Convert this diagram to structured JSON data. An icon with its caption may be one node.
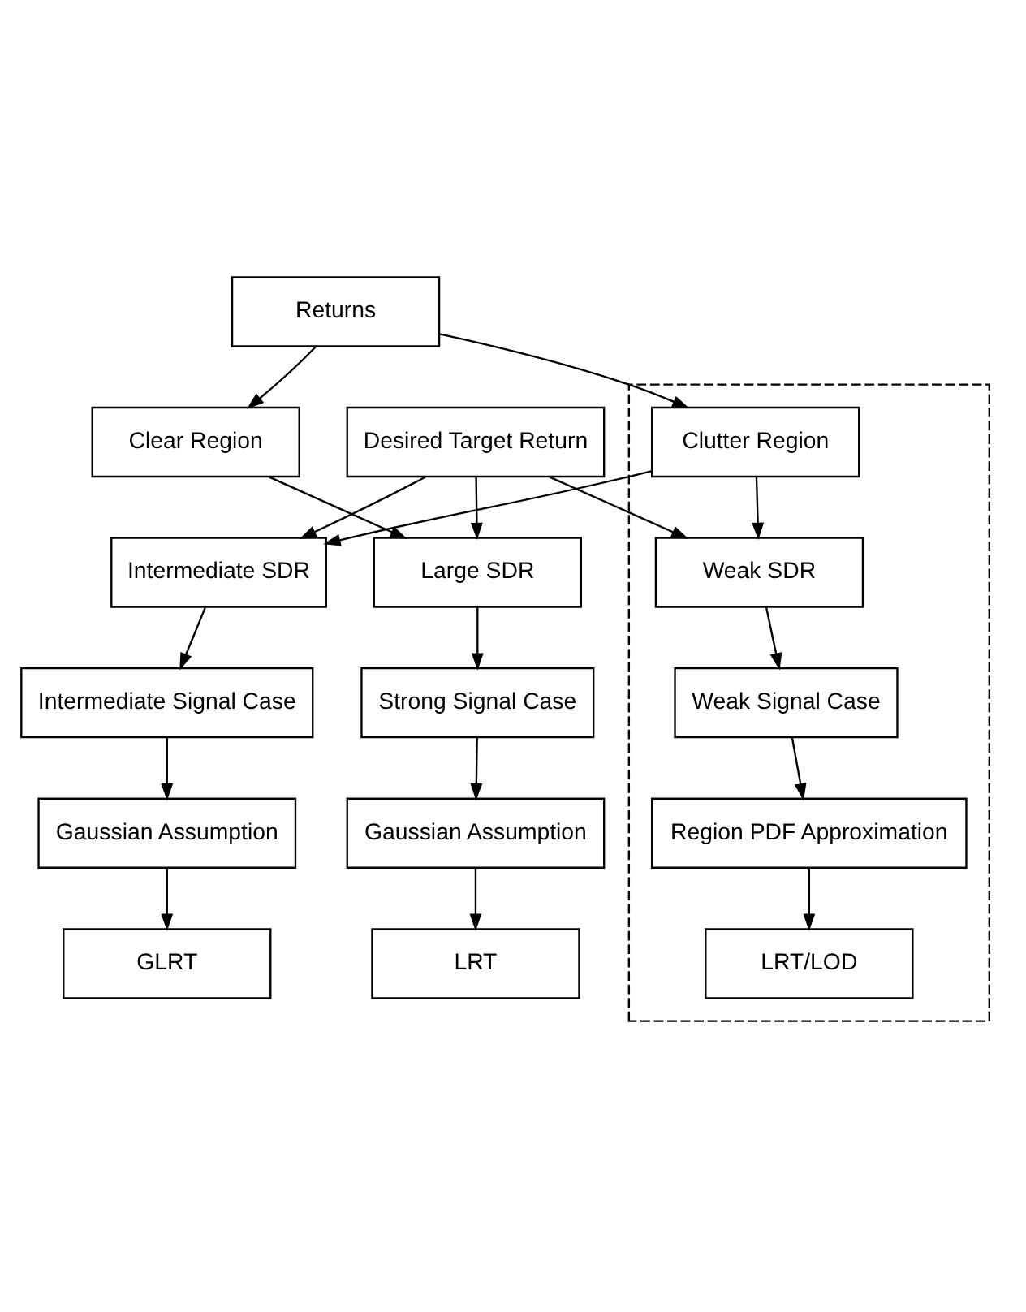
{
  "diagram": {
    "nodes": [
      {
        "text": [
          "Returns"
        ]
      },
      {
        "text": [
          "Clear Region"
        ]
      },
      {
        "text": [
          "Desired Target Return"
        ]
      },
      {
        "text": [],
        "shape": "box"
      },
      {
        "text": [
          "Clutter Region"
        ],
        "in": 3
      },
      {
        "text": [
          "Large SDR"
        ]
      },
      {
        "text": [
          "Intermediate SDR"
        ]
      },
      {
        "text": [
          "Weak SDR"
        ],
        "in": 3
      },
      {
        "text": [
          "Strong Signal Case"
        ]
      },
      {
        "text": [
          "Intermediate Signal Case"
        ]
      },
      {
        "text": [
          "Weak Signal Case"
        ],
        "in": 3
      },
      {
        "text": [
          "Gaussian Assumption"
        ]
      },
      {
        "text": [
          "Gaussian Assumption"
        ]
      },
      {
        "text": [
          "Region PDF Approximation"
        ],
        "in": 3
      },
      {
        "text": [
          "LRT"
        ]
      },
      {
        "text": [
          "GLRT"
        ]
      },
      {
        "text": [
          "LRT/LOD"
        ],
        "in": 3
      }
    ],
    "edges": [
      {
        "from": 0,
        "to": 1,
        "arrow": "to"
      },
      {
        "from": 0,
        "to": 4,
        "arrow": "to"
      },
      {
        "from": 1,
        "to": 5,
        "arrow": "to"
      },
      {
        "from": 2,
        "to": 5,
        "arrow": "to"
      },
      {
        "from": 4,
        "to": 7,
        "arrow": "to"
      },
      {
        "from": 2,
        "to": 7,
        "arrow": "to"
      },
      {
        "from": 4,
        "to": 6,
        "arrow": "to"
      },
      {
        "from": 2,
        "to": 6,
        "arrow": "to"
      },
      {
        "from": 5,
        "to": 8,
        "arrow": "to"
      },
      {
        "from": 8,
        "to": 11,
        "arrow": "to"
      },
      {
        "from": 11,
        "to": 14,
        "arrow": "to"
      },
      {
        "from": 6,
        "to": 9,
        "arrow": "to"
      },
      {
        "from": 9,
        "to": 12,
        "arrow": "to"
      },
      {
        "from": 12,
        "to": 15,
        "arrow": "to"
      },
      {
        "from": 7,
        "to": 10,
        "arrow": "to"
      },
      {
        "from": 10,
        "to": 13,
        "arrow": "to"
      },
      {
        "from": 13,
        "to": 16,
        "arrow": "to"
      }
    ]
  }
}
